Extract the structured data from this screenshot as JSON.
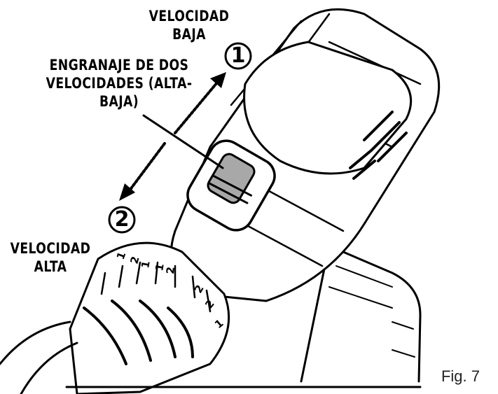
{
  "figure": {
    "label": "Fig. 7"
  },
  "callouts": {
    "low_speed": [
      "VELOCIDAD",
      "BAJA"
    ],
    "gear_selector": [
      "ENGRANAJE DE DOS",
      "VELOCIDADES (ALTA-",
      "BAJA)"
    ],
    "high_speed": [
      "VELOCIDAD",
      "ALTA"
    ]
  },
  "markers": {
    "low": "1",
    "high": "2"
  },
  "clutch_ring_numbers": [
    "1",
    "2",
    "1",
    "1",
    "2",
    "2",
    "2",
    "1"
  ]
}
